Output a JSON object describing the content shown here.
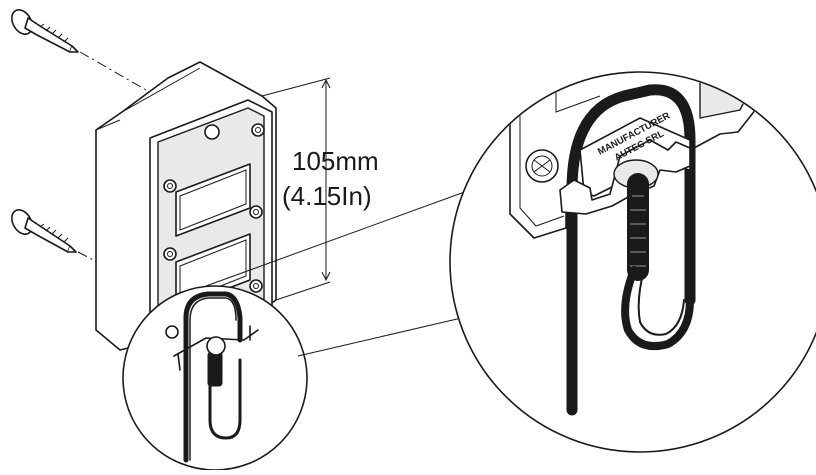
{
  "dimension": {
    "metric": "105mm",
    "imperial": "(4.15In)"
  },
  "label_text": {
    "line1": "MANUFACTURER",
    "line2": "AUTEC SRL"
  },
  "colors": {
    "line": "#1a1a1a",
    "background": "#ffffff",
    "panel_fill": "#e9e9e9"
  }
}
